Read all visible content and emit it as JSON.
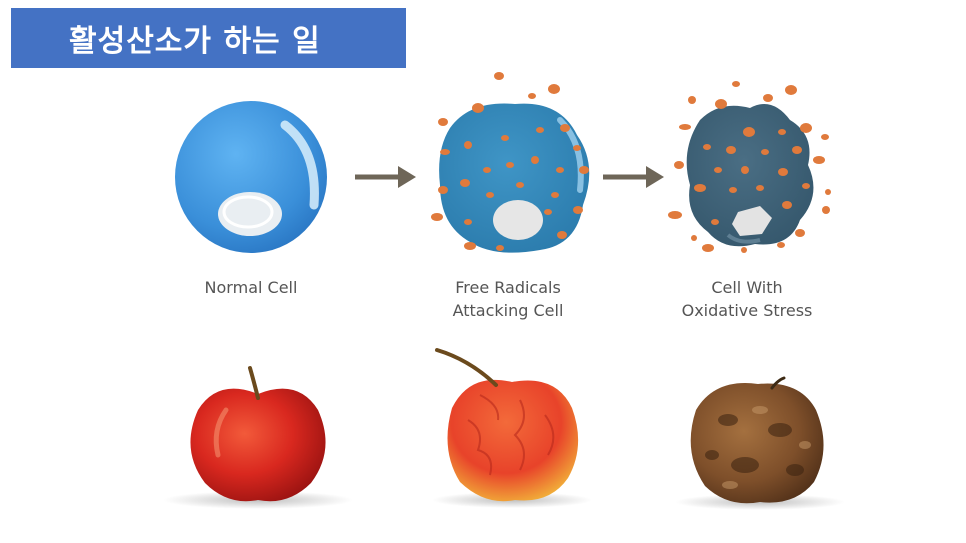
{
  "title": "활성산소가 하는 일",
  "stages": [
    {
      "label_lines": [
        "Normal Cell"
      ]
    },
    {
      "label_lines": [
        "Free Radicals",
        "Attacking Cell"
      ]
    },
    {
      "label_lines": [
        "Cell With",
        "Oxidative Stress"
      ]
    }
  ],
  "colors": {
    "title_bg": "#4472c4",
    "normal_cell": "#3a8fd9",
    "attacked_cell": "#2f7fb0",
    "stressed_cell": "#3b5d73",
    "free_radical": "#e07a3c",
    "arrow": "#6e6658"
  },
  "apples": [
    {
      "state": "fresh"
    },
    {
      "state": "wrinkled"
    },
    {
      "state": "rotten"
    }
  ]
}
